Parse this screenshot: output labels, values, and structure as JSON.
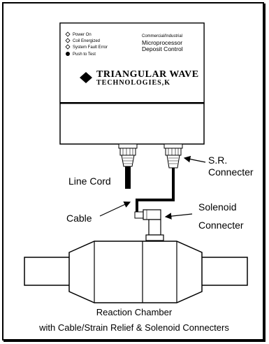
{
  "control_unit": {
    "indicators": [
      "Power On",
      "Coil Energized",
      "System Fault Error"
    ],
    "push_button": "Push to Test",
    "subtitle": "Commercial/Industrial",
    "title_line1": "Microprocessor",
    "title_line2": "Deposit Control",
    "brand_line1": "TRIANGULAR WAVE",
    "brand_line2": "TECHNOLOGIES,K"
  },
  "labels": {
    "sr_connecter_1": "S.R.",
    "sr_connecter_2": "Connecter",
    "line_cord": "Line Cord",
    "cable": "Cable",
    "solenoid_1": "Solenoid",
    "solenoid_2": "Connecter"
  },
  "caption": {
    "line1": "Reaction Chamber",
    "line2": "with Cable/Strain Relief & Solenoid Connecters"
  }
}
